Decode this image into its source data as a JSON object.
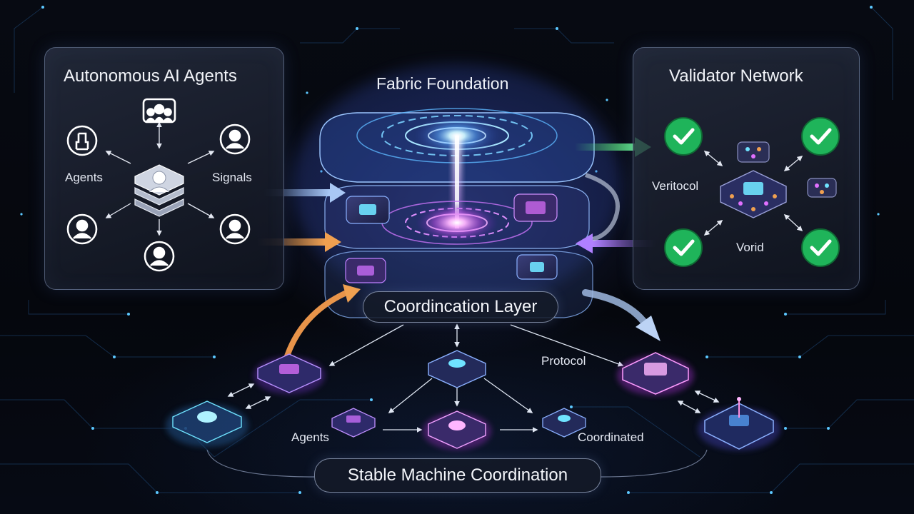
{
  "diagram": {
    "center_title": "Fabric Foundation",
    "coordination_layer": "Coordincation Layer",
    "bottom_title": "Stable Machine Coordination"
  },
  "agents_panel": {
    "title": "Autonomous AI Agents",
    "labels": {
      "agents": "Agents",
      "signals": "Signals"
    },
    "icons": [
      "team-icon",
      "robot-arm-icon",
      "user-icon",
      "user-icon",
      "user-icon",
      "user-icon",
      "agent-stack-icon"
    ]
  },
  "validator_panel": {
    "title": "Validator Network",
    "labels": {
      "protocol": "Veritocol",
      "void": "Vorid"
    },
    "icons": [
      "check-circle-icon",
      "check-circle-icon",
      "check-circle-icon",
      "check-circle-icon",
      "chip-node-icon"
    ]
  },
  "bottom_network": {
    "labels": {
      "protocol": "Protocol",
      "agents": "Agents",
      "coordinated": "Coordinated"
    }
  },
  "colors": {
    "check_green": "#1fb45a",
    "arrow_blue": "#8fb3e8",
    "arrow_orange": "#e8944a",
    "arrow_green": "#4fd878",
    "arrow_purple": "#a070f0",
    "glow_cyan": "#6fe3ff",
    "glow_magenta": "#e070ff"
  }
}
